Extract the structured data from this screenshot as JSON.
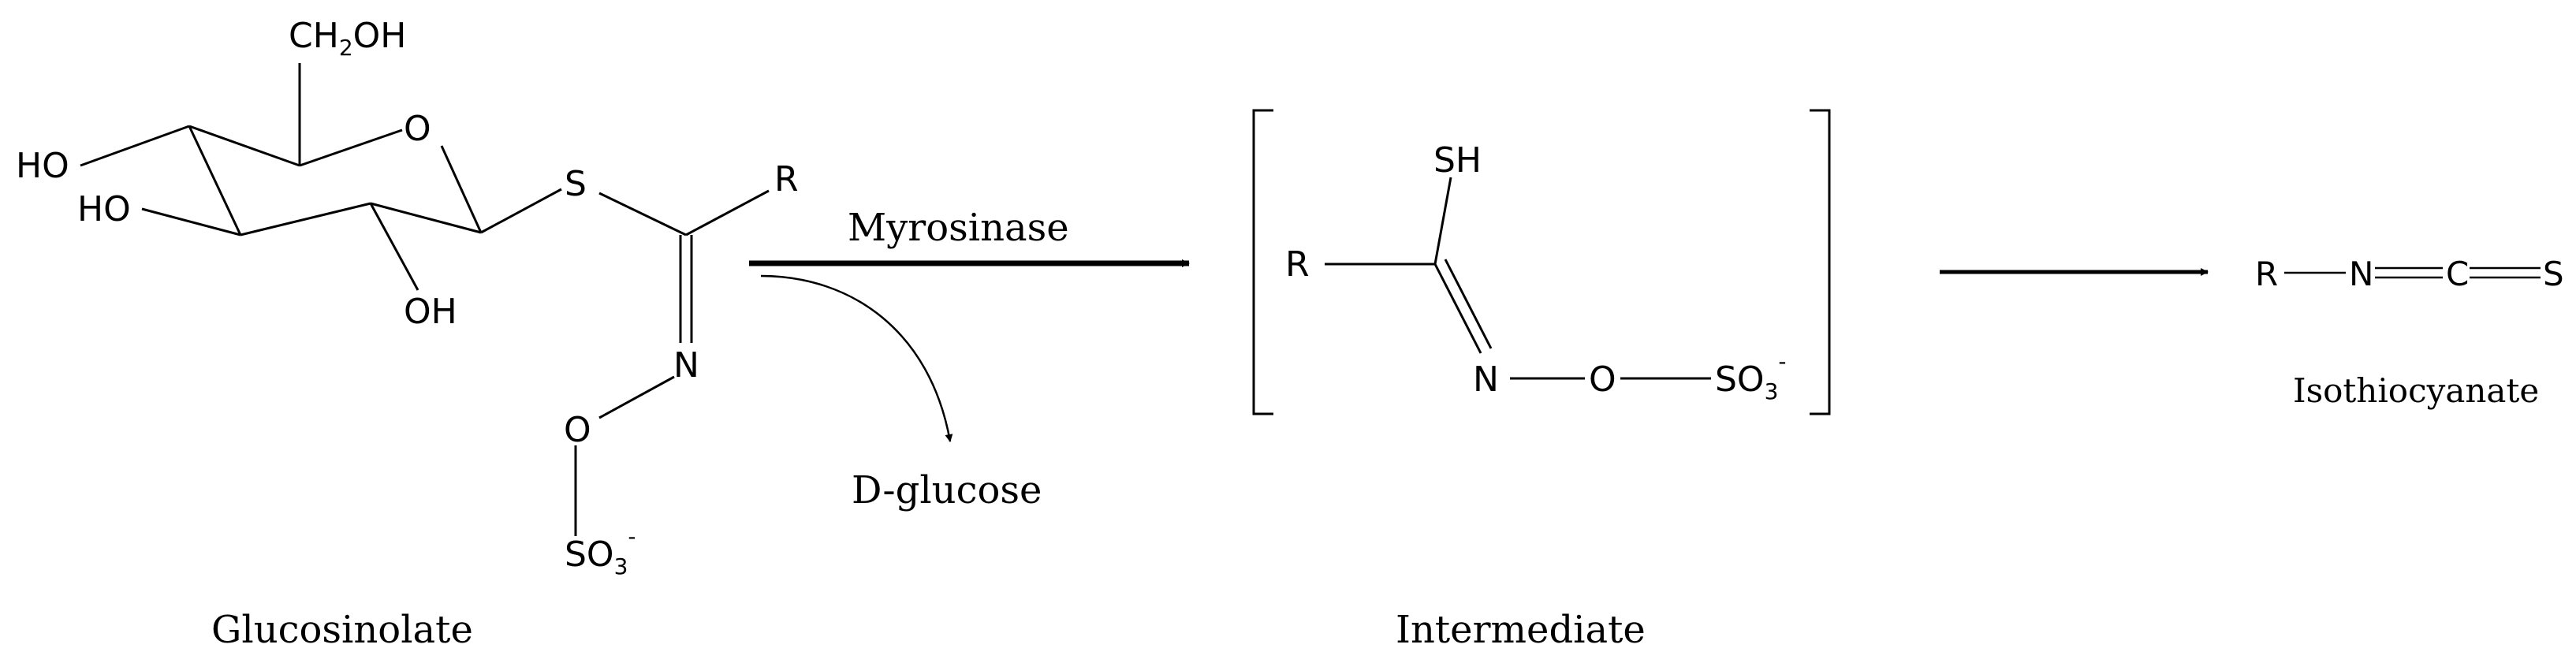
{
  "glucosinolate": {
    "ring_o": "O",
    "ch2oh_ch": "CH",
    "ch2oh_sub": "2",
    "ch2oh_oh": "OH",
    "ho_1": "HO",
    "ho_2": "HO",
    "oh_bottom": "OH",
    "s": "S",
    "r": "R",
    "n": "N",
    "o": "O",
    "so3_main": "SO",
    "so3_sub": "3",
    "so3_sup": "-",
    "name": "Glucosinolate"
  },
  "reaction": {
    "enzyme": "Myrosinase",
    "byproduct": "D-glucose"
  },
  "intermediate": {
    "sh": "SH",
    "r": "R",
    "n": "N",
    "o": "O",
    "so3_main": "SO",
    "so3_sub": "3",
    "so3_sup": "-",
    "name": "Intermediate"
  },
  "isothiocyanate": {
    "r": "R",
    "n": "N",
    "c": "C",
    "s": "S",
    "name": "Isothiocyanate"
  }
}
